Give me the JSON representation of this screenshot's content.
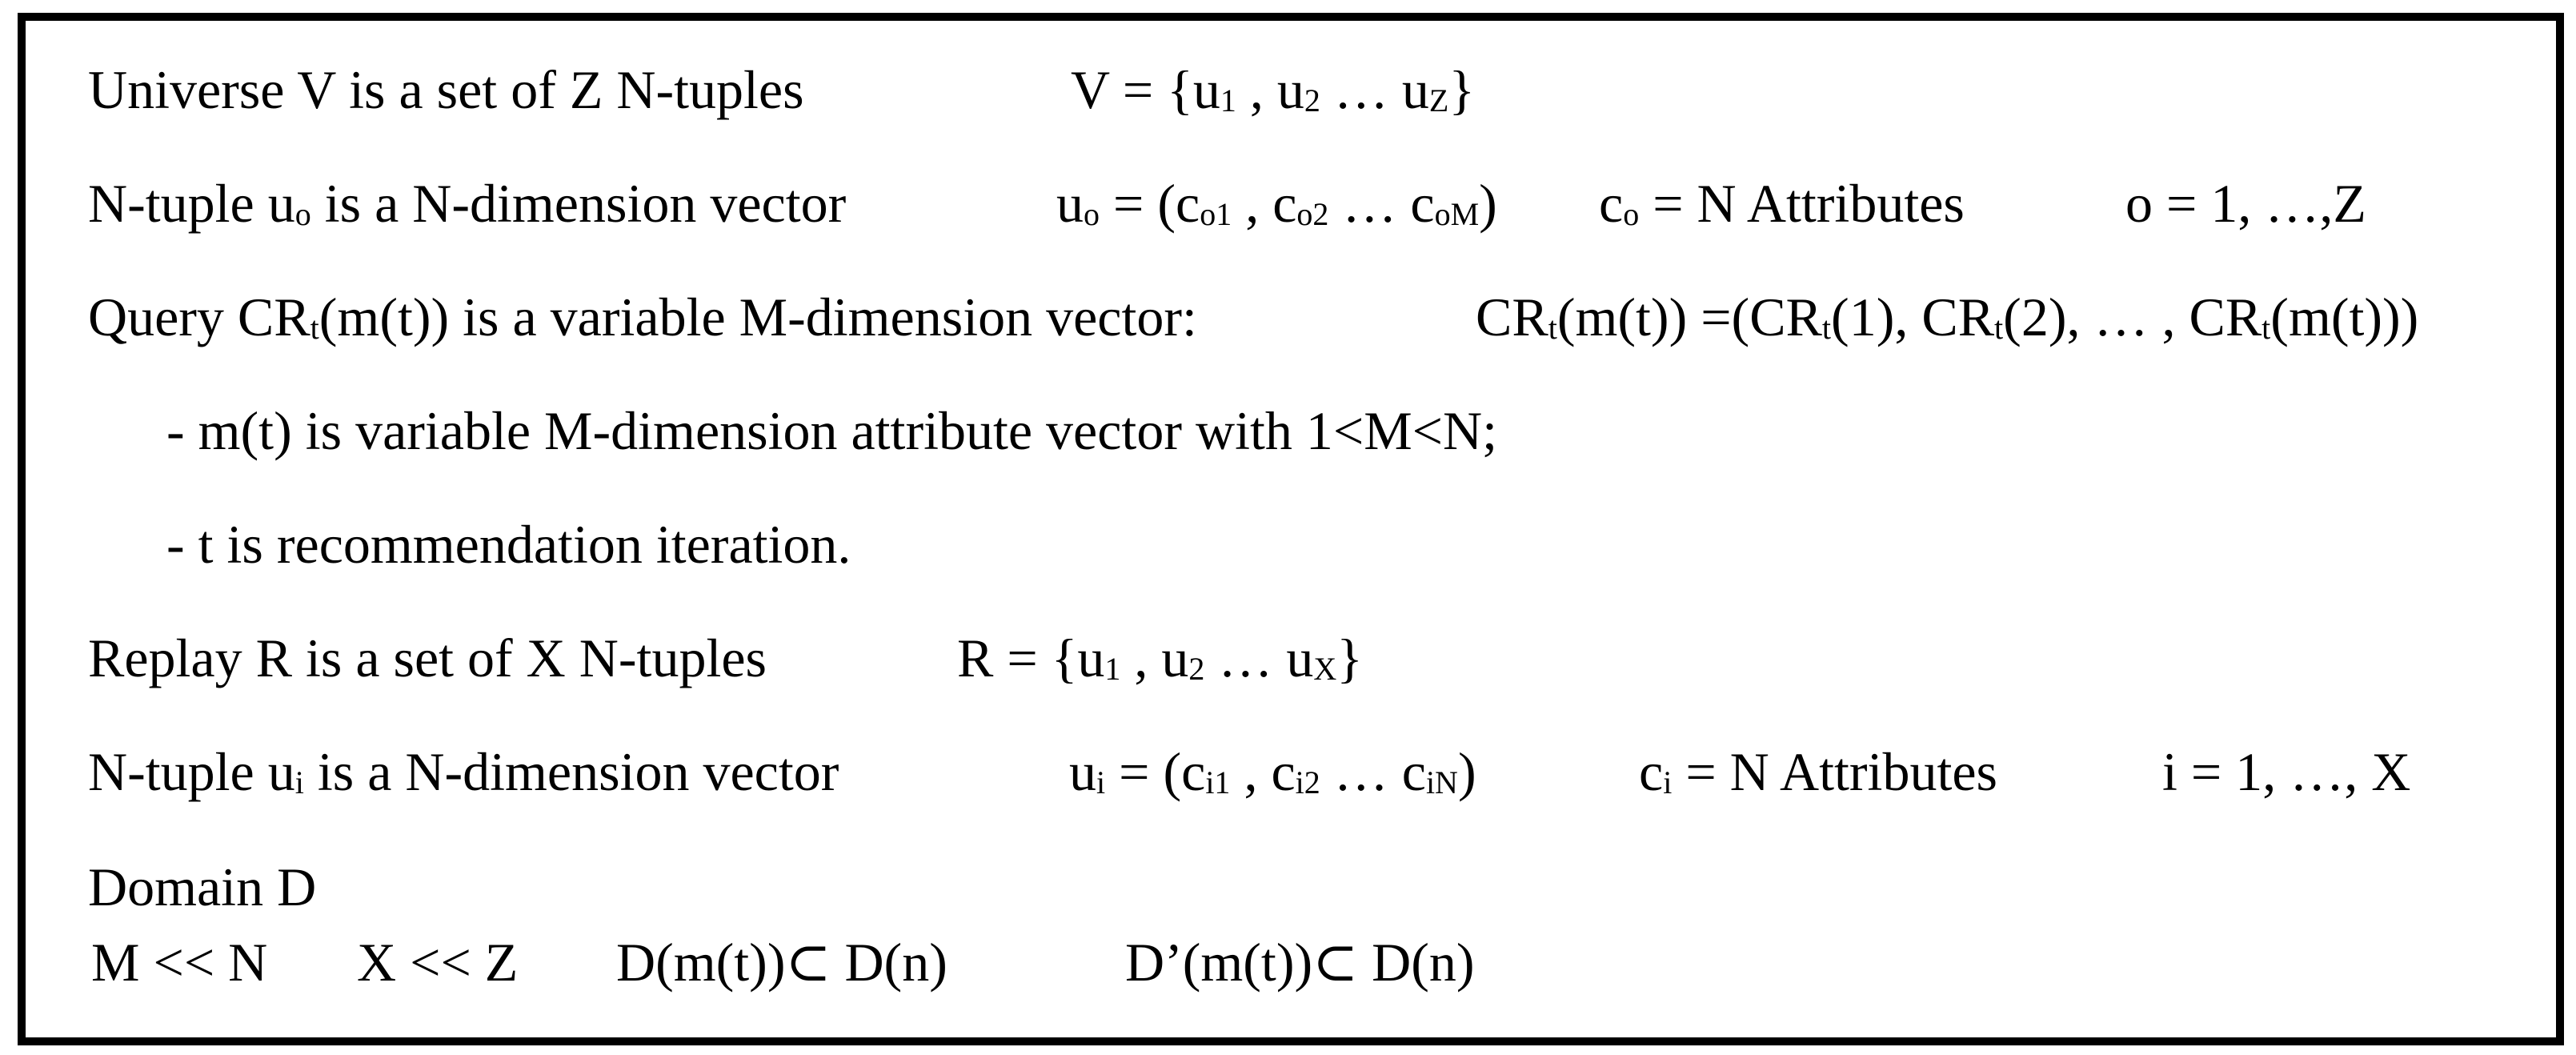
{
  "definitions": {
    "universe": {
      "label": "Universe V is a set of Z N-tuples",
      "formula": {
        "a": "V = {u",
        "s1": "1",
        "b": " , u",
        "s2": "2",
        "c": " … u",
        "s3": "Z",
        "d": "}"
      }
    },
    "ntuple_o": {
      "label": {
        "a": "N-tuple u",
        "s": "o",
        "b": " is a N-dimension vector"
      },
      "formula": {
        "a": "u",
        "s1": "o",
        "b": " = (c",
        "s2": "o1",
        "c": " , c",
        "s3": "o2",
        "d": " … c",
        "s4": "oM",
        "e": ")"
      },
      "attributes": {
        "a": "c",
        "s": "o",
        "b": " = N Attributes"
      },
      "range": "o = 1, …,Z"
    },
    "query": {
      "label": {
        "a": "Query CR",
        "s": "t",
        "b": "(m(t)) is a variable M-dimension vector:"
      },
      "formula": {
        "a": "CR",
        "s1": "t",
        "b": "(m(t)) =(CR",
        "s2": "t",
        "c": "(1), CR",
        "s3": "t",
        "d": "(2), … , CR",
        "s4": "t",
        "e": "(m(t)))"
      }
    },
    "notes": [
      "- m(t) is variable M-dimension attribute vector with 1<M<N;",
      "- t is recommendation iteration."
    ],
    "replay": {
      "label": "Replay R is a set of X N-tuples",
      "formula": {
        "a": "R = {u",
        "s1": "1",
        "b": " , u",
        "s2": "2",
        "c": " … u",
        "s3": "X",
        "d": "}"
      }
    },
    "ntuple_i": {
      "label": {
        "a": "N-tuple u",
        "s": "i",
        "b": " is a N-dimension vector"
      },
      "formula": {
        "a": "u",
        "s1": "i",
        "b": " = (c",
        "s2": "i1",
        "c": " , c",
        "s3": "i2",
        "d": " … c",
        "s4": "iN",
        "e": ")"
      },
      "attributes": {
        "a": "c",
        "s": "i",
        "b": " = N Attributes"
      },
      "range": "i = 1, …, X"
    },
    "domain": {
      "label": "Domain D",
      "relations": [
        "M << N",
        "X << Z",
        "D(m(t))⊂ D(n)",
        "D’(m(t))⊂ D(n)"
      ]
    }
  }
}
